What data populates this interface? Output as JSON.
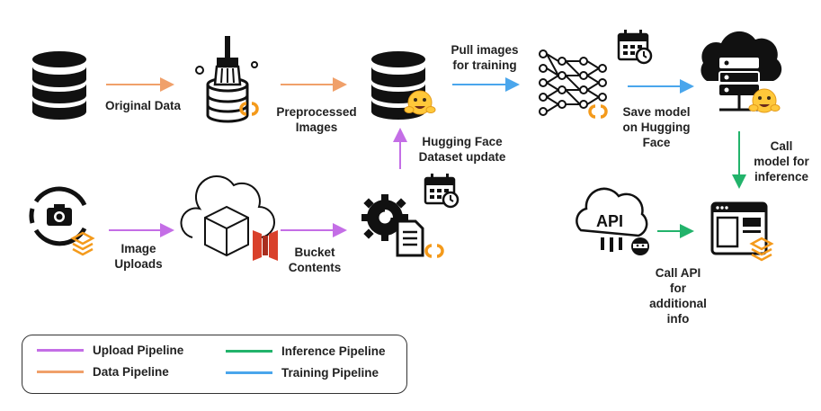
{
  "colors": {
    "upload": "#c46ee6",
    "data": "#f0a06a",
    "inference": "#22b36b",
    "training": "#4aa6ec",
    "icon": "#111111",
    "hf_yellow": "#ffc83a",
    "colab_orange": "#f49a1b",
    "aws_red": "#d9412b"
  },
  "labels": {
    "original_data": "Original Data",
    "preprocessed_images": "Preprocessed\nImages",
    "pull_images": "Pull images\nfor training",
    "save_model": "Save model\non Hugging\nFace",
    "call_model": "Call\nmodel for\ninference",
    "hf_dataset_update": "Hugging Face\nDataset update",
    "image_uploads": "Image\nUploads",
    "bucket_contents": "Bucket\nContents",
    "call_api": "Call API\nfor\nadditional\ninfo",
    "api_text": "API"
  },
  "legend": [
    {
      "name": "Upload Pipeline",
      "color": "#c46ee6"
    },
    {
      "name": "Data Pipeline",
      "color": "#f0a06a"
    },
    {
      "name": "Inference Pipeline",
      "color": "#22b36b"
    },
    {
      "name": "Training Pipeline",
      "color": "#4aa6ec"
    }
  ],
  "icons": [
    "database-icon",
    "data-cleaning-icon",
    "hugging-face-database-icon",
    "neural-network-icon",
    "calendar-icon",
    "server-cloud-icon",
    "camera-icon",
    "cloud-cube-icon",
    "aws-s3-icon",
    "gear-document-icon",
    "api-cloud-icon",
    "browser-app-icon",
    "colab-logo-icon",
    "hugging-face-logo-icon"
  ]
}
